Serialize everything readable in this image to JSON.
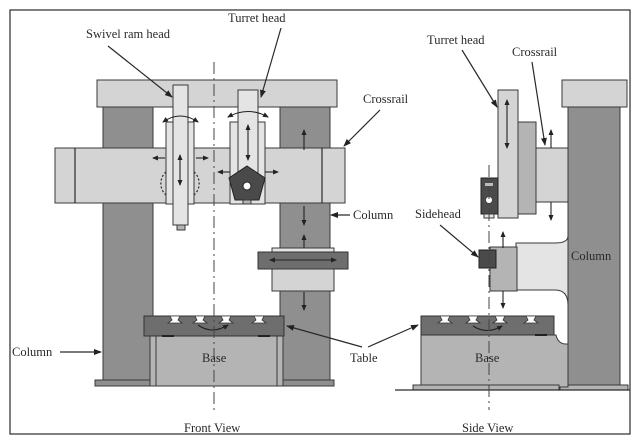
{
  "title": "Vertical planing/boring machine - front and side view",
  "front_view": {
    "caption": "Front View",
    "labels": {
      "swivel_ram_head": "Swivel ram head",
      "turret_head": "Turret head",
      "crossrail": "Crossrail",
      "column_right": "Column",
      "column_left": "Column",
      "base": "Base",
      "table": "Table"
    }
  },
  "side_view": {
    "caption": "Side View",
    "labels": {
      "turret_head": "Turret head",
      "crossrail": "Crossrail",
      "sidehead": "Sidehead",
      "column": "Column",
      "base": "Base"
    }
  },
  "colors": {
    "column": "#8f8f8f",
    "crossrail": "#d4d4d4",
    "table": "#6e6e6e",
    "outline": "#3a3a3a"
  }
}
